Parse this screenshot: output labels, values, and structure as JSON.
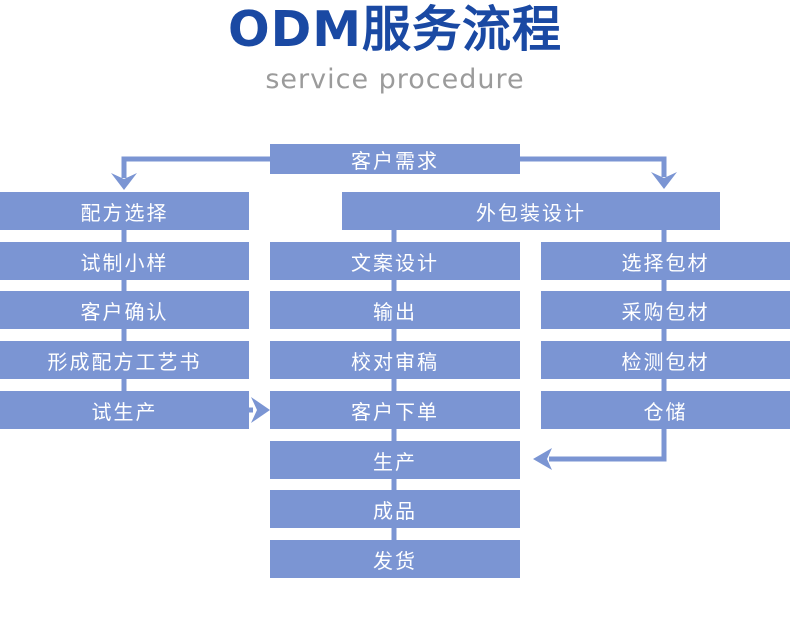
{
  "header": {
    "title": "ODM服务流程",
    "subtitle": "service procedure"
  },
  "colors": {
    "accent_blue": "#7b95d3",
    "title_blue": "#1a49a3",
    "subtitle_gray": "#9b9b9b",
    "box_text": "#ffffff"
  },
  "flow": {
    "boxes": [
      {
        "id": "customer-needs",
        "label": "客户需求"
      },
      {
        "id": "formula-selection",
        "label": "配方选择"
      },
      {
        "id": "trial-sample",
        "label": "试制小样"
      },
      {
        "id": "customer-confirmation",
        "label": "客户确认"
      },
      {
        "id": "formula-process-book",
        "label": "形成配方工艺书"
      },
      {
        "id": "trial-production",
        "label": "试生产"
      },
      {
        "id": "outer-packaging-design",
        "label": "外包装设计"
      },
      {
        "id": "copy-design",
        "label": "文案设计"
      },
      {
        "id": "output",
        "label": "输出"
      },
      {
        "id": "proofreading",
        "label": "校对审稿"
      },
      {
        "id": "customer-order",
        "label": "客户下单"
      },
      {
        "id": "production",
        "label": "生产"
      },
      {
        "id": "finished-product",
        "label": "成品"
      },
      {
        "id": "shipment",
        "label": "发货"
      },
      {
        "id": "select-packaging",
        "label": "选择包材"
      },
      {
        "id": "purchase-packaging",
        "label": "采购包材"
      },
      {
        "id": "test-packaging",
        "label": "检测包材"
      },
      {
        "id": "warehousing",
        "label": "仓储"
      }
    ]
  }
}
